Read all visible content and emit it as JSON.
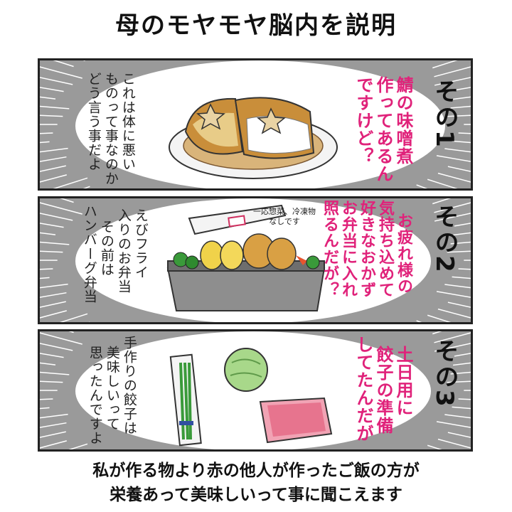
{
  "title": "母のモヤモヤ脳内を説明",
  "panels": [
    {
      "number": "その1",
      "pink_lines": [
        "鯖の味噌煮",
        "作ってあるん",
        "ですけど？"
      ],
      "black_lines": [
        "これは体に悪い",
        "ものって事なのか",
        "どう言う事だよ"
      ],
      "image": "saba-miso-plate-icon"
    },
    {
      "number": "その2",
      "pink_lines": [
        "お疲れ様の",
        "気持ち込めて",
        "好きなおかず",
        "お弁当に入れ",
        "照るんだが？"
      ],
      "black_lines": [
        "えびフライ",
        "入りのお弁当",
        "その前は",
        "ハンバーグ弁当"
      ],
      "note_lines": [
        "一応惣菜、冷凍物",
        "なしです"
      ],
      "image": "bento-box-icon"
    },
    {
      "number": "その3",
      "pink_lines": [
        "土日用に",
        "餃子の準備",
        "してたんだが"
      ],
      "black_lines": [
        "手作りの餃子は",
        "美味しいって",
        "思ったんですよ"
      ],
      "image": "dumpling-ingredients-icon"
    }
  ],
  "footer_lines": [
    "私が作る物より赤の他人が作ったご飯の方が",
    "栄養あって美味しいって事に聞こえます"
  ],
  "colors": {
    "panel_bg": "#9a9a9a",
    "accent": "#e0227a",
    "border": "#222222"
  }
}
